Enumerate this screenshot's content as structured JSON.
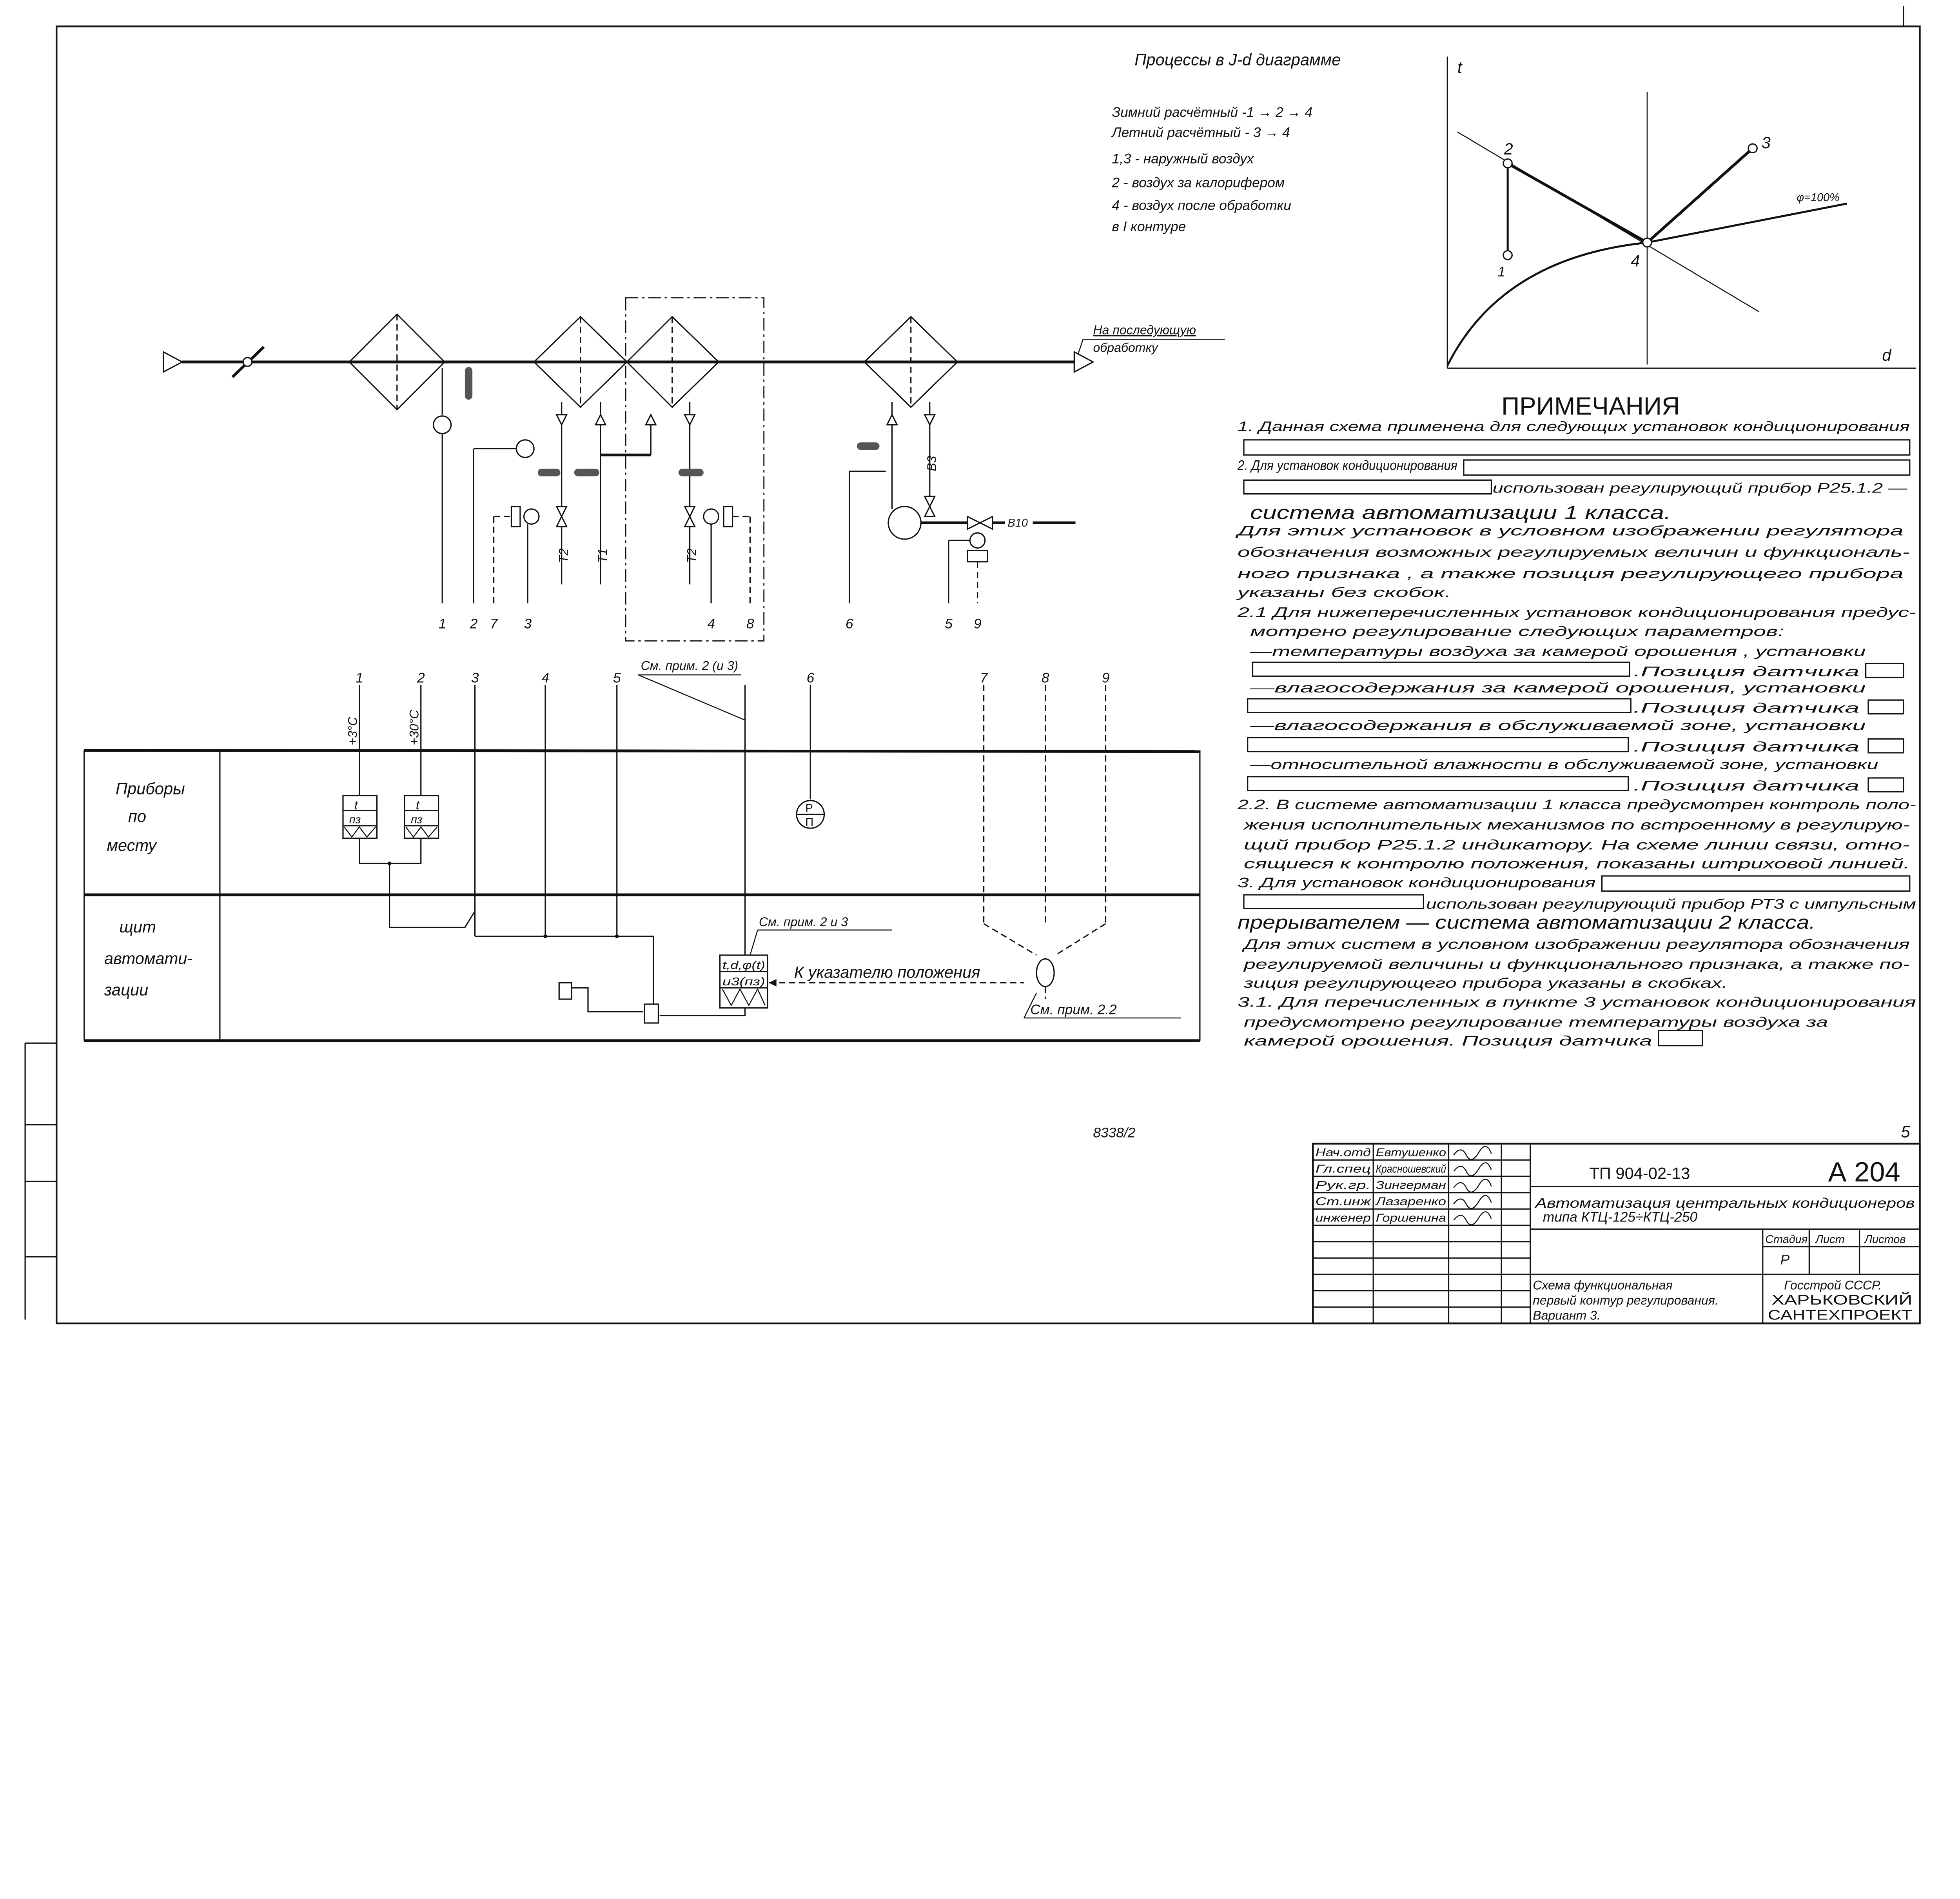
{
  "sheet": {
    "code": "8338/2",
    "page": "5"
  },
  "jd": {
    "title": "Процессы в J-d диаграмме",
    "legend": [
      "Зимний расчётный -1 → 2 → 4",
      "Летний расчётный - 3 → 4",
      "1,3 - наружный воздух",
      "2 - воздух за калорифером",
      "4 - воздух после обработки",
      "в I контуре"
    ],
    "axis_t": "t",
    "axis_d": "d",
    "points": [
      "1",
      "2",
      "3",
      "4"
    ],
    "phi_label": "φ=100%"
  },
  "scheme": {
    "outlet_line1": "На последующую",
    "outlet_line2": "обработку",
    "pipe_labels": [
      "Т2",
      "Т1",
      "Т2",
      "В3",
      "В10"
    ],
    "upper_numbers": [
      "1",
      "2",
      "7",
      "3",
      "4",
      "8",
      "6",
      "5",
      "9"
    ],
    "lower_numbers": [
      "1",
      "2",
      "3",
      "4",
      "5",
      "6",
      "7",
      "8",
      "9"
    ],
    "temp1": "+3°С",
    "temp2": "+30°С",
    "ref_21_3": "См. прим. 2 (и 3)",
    "ref_2_3": "См. прим. 2 и 3",
    "ref_22": "См. прим. 2.2",
    "position_indicator": "К указателю положения",
    "row1_label": [
      "Приборы",
      "по",
      "месту"
    ],
    "row2_label": [
      "щит",
      "автомати-",
      "зации"
    ],
    "dev_t": "t",
    "dev_pz": "пз",
    "dev_p_top": "Р",
    "dev_p_bottom": "П",
    "reg_top": "t,d,φ(t)",
    "reg_bottom": "и3(пз)"
  },
  "notes": {
    "title": "ПРИМЕЧАНИЯ",
    "lines": [
      "1. Данная схема применена для следующих установок кондиционирования",
      "2. Для установок кондиционирования",
      "использован регулирующий прибор Р25.1.2 —",
      "система автоматизации 1 класса.",
      "Для этих установок в условном изображении регулятора",
      "обозначения возможных регулируемых величин и функциональ-",
      "ного признака , а также позиция регулирующего прибора",
      "указаны без скобок.",
      "2.1 Для нижеперечисленных установок кондиционирования предус-",
      "мотрено регулирование следующих параметров:",
      "—температуры воздуха за камерой орошения , установки",
      ".Позиция датчика",
      "—влагосодержания за камерой орошения, установки",
      ".Позиция датчика",
      "—влагосодержания в обслуживаемой зоне, установки",
      ".Позиция датчика",
      "—относительной влажности в обслуживаемой зоне, установки",
      ".Позиция датчика",
      "2.2. В системе автоматизации 1 класса предусмотрен контроль поло-",
      "жения исполнительных механизмов по встроенному в регулирую-",
      "щий прибор Р25.1.2 индикатору. На схеме линии связи, отно-",
      "сящиеся к контролю положения, показаны штриховой линией.",
      "3. Для установок кондиционирования",
      "использован регулирующий прибор РТ3 с импульсным",
      "прерывателем — система автоматизации 2 класса.",
      "Для этих систем в условном изображении регулятора обозначения",
      "регулируемой величины и функционального признака, а также по-",
      "зиция регулирующего прибора указаны в скобках.",
      "3.1. Для перечисленных в пункте 3 установок кондиционирования",
      "предусмотрено регулирование температуры воздуха за",
      "камерой орошения. Позиция датчика"
    ]
  },
  "title_block": {
    "roles": [
      "Нач.отд",
      "Гл.спец",
      "Рук.гр.",
      "Ст.инж",
      "инженер"
    ],
    "names": [
      "Евтушенко",
      "Красношевский",
      "Зингерман",
      "Лазаренко",
      "Горшенина"
    ],
    "project": "ТП 904-02-13",
    "sheet_code": "А 204",
    "title_line1": "Автоматизация центральных кондиционеров",
    "title_line2": "типа КТЦ-125÷КТЦ-250",
    "stage_h": "Стадия",
    "sheet_h": "Лист",
    "sheets_h": "Листов",
    "stage": "Р",
    "desc": [
      "Схема функциональная",
      "первый контур регулирования.",
      "Вариант 3."
    ],
    "org": [
      "Госстрой СССР.",
      "ХАРЬКОВСКИЙ",
      "САНТЕХПРОЕКТ"
    ]
  }
}
